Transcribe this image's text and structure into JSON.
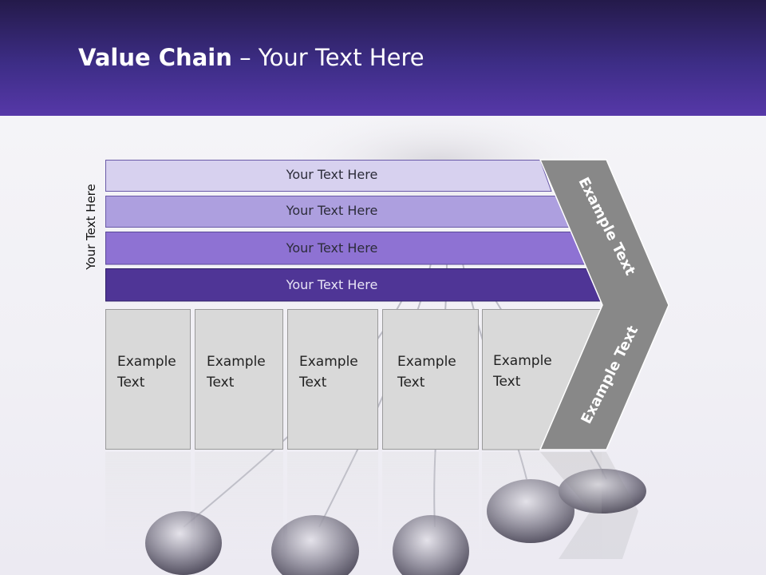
{
  "header": {
    "title_bold": "Value Chain",
    "title_rest": " – Your Text Here"
  },
  "side_label": "Your Text Here",
  "bars": [
    {
      "label": "Your Text Here",
      "color": "#d7d1ef"
    },
    {
      "label": "Your Text Here",
      "color": "#ad9fdf"
    },
    {
      "label": "Your Text Here",
      "color": "#8e72d3"
    },
    {
      "label": "Your Text Here",
      "color": "#4f3596"
    }
  ],
  "boxes": [
    {
      "line1": "Example",
      "line2": "Text"
    },
    {
      "line1": "Example",
      "line2": "Text"
    },
    {
      "line1": "Example",
      "line2": "Text"
    },
    {
      "line1": "Example",
      "line2": "Text"
    },
    {
      "line1": "Example",
      "line2": "Text"
    }
  ],
  "chevron": {
    "upper_label": "Example Text",
    "lower_label": "Example Text",
    "color": "#888888"
  },
  "colors": {
    "header_top": "#241a4a",
    "header_bottom": "#5638a8"
  }
}
